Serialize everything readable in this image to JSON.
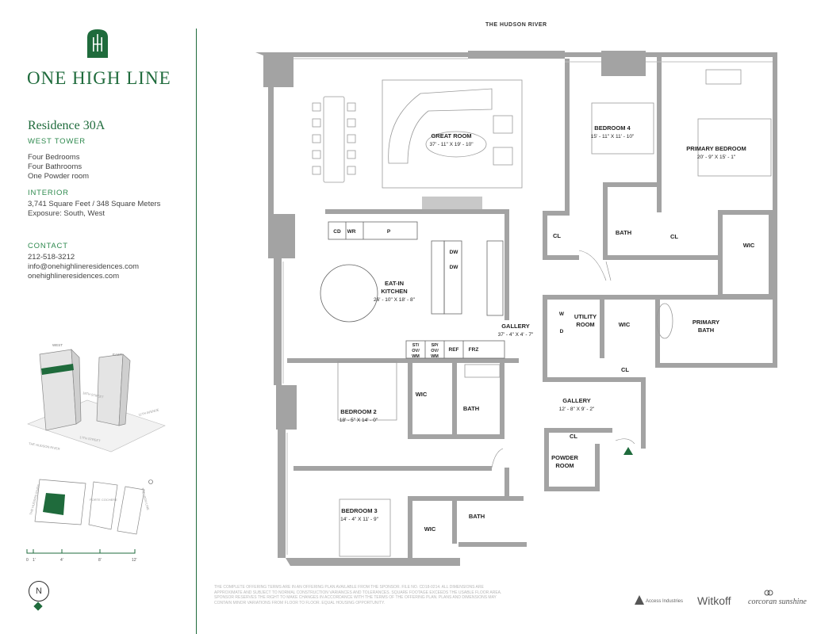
{
  "brand": {
    "name": "ONE HIGH LINE"
  },
  "residence": {
    "title": "Residence 30A",
    "tower": "WEST TOWER",
    "features": [
      "Four Bedrooms",
      "Four Bathrooms",
      "One Powder room"
    ]
  },
  "interior": {
    "heading": "INTERIOR",
    "area": "3,741 Square Feet / 348 Square Meters",
    "exposure": "Exposure: South, West"
  },
  "contact": {
    "heading": "CONTACT",
    "phone": "212-518-3212",
    "email": "info@onehighlineresidences.com",
    "website": "onehighlineresidences.com"
  },
  "map": {
    "west": "WEST",
    "east": "EAST",
    "river": "THE HUDSON RIVER",
    "street_top": "18TH STREET",
    "street_bottom": "17TH STREET",
    "avenue": "11TH AVENUE",
    "high_line": "THE HIGH LINE",
    "porte_cochere": "PORTE COCHERE"
  },
  "scale": {
    "labels": [
      "0",
      "1'",
      "4'",
      "8'",
      "12'"
    ]
  },
  "north": {
    "label": "N"
  },
  "plan": {
    "river": "THE HUDSON RIVER",
    "rooms": {
      "great_room": {
        "name": "GREAT ROOM",
        "dim": "37' - 11\" X 19' - 10\""
      },
      "bedroom4": {
        "name": "BEDROOM 4",
        "dim": "15' - 11\" X 11' - 10\""
      },
      "primary_bedroom": {
        "name": "PRIMARY BEDROOM",
        "dim": "20' - 9\" X 15' - 1\""
      },
      "kitchen": {
        "name1": "EAT-IN",
        "name2": "KITCHEN",
        "dim": "26' - 10\" X 18' - 8\""
      },
      "gallery1": {
        "name": "GALLERY",
        "dim": "37' - 4\" X 4' - 7\""
      },
      "gallery2": {
        "name": "GALLERY",
        "dim": "12' - 8\" X 9' - 2\""
      },
      "bedroom2": {
        "name": "BEDROOM 2",
        "dim": "18' - 5\" X 14' - 0\""
      },
      "bedroom3": {
        "name": "BEDROOM 3",
        "dim": "14' - 4\" X 11' - 9\""
      },
      "utility": {
        "name1": "UTILITY",
        "name2": "ROOM"
      },
      "primary_bath": {
        "name1": "PRIMARY",
        "name2": "BATH"
      },
      "powder": {
        "name1": "POWDER",
        "name2": "ROOM"
      },
      "bath": "BATH",
      "wic": "WIC",
      "cl": "CL",
      "cd": "CD",
      "wr": "WR",
      "p": "P",
      "dw": "DW",
      "w": "W",
      "d": "D",
      "st": "ST/",
      "ov": "OV/",
      "wm": "WM",
      "sp": "SP/",
      "ref": "REF",
      "frz": "FRZ"
    }
  },
  "disclaimer": "THE COMPLETE OFFERING TERMS ARE IN AN OFFERING PLAN AVAILABLE FROM THE SPONSOR. FILE NO. CD18-0214. ALL DIMENSIONS ARE APPROXIMATE AND SUBJECT TO NORMAL CONSTRUCTION VARIANCES AND TOLERANCES. SQUARE FOOTAGE EXCEEDS THE USABLE FLOOR AREA. SPONSOR RESERVES THE RIGHT TO MAKE CHANGES IN ACCORDANCE WITH THE TERMS OF THE OFFERING PLAN. PLANS AND DIMENSIONS MAY CONTAIN MINOR VARIATIONS FROM FLOOR TO FLOOR. EQUAL HOUSING OPPORTUNITY.",
  "sponsors": {
    "a": "Access Industries",
    "b": "Witkoff",
    "c": "corcoran sunshine"
  },
  "colors": {
    "brand": "#1f6b3c",
    "wall": "#9a9a9a",
    "line": "#333333"
  }
}
